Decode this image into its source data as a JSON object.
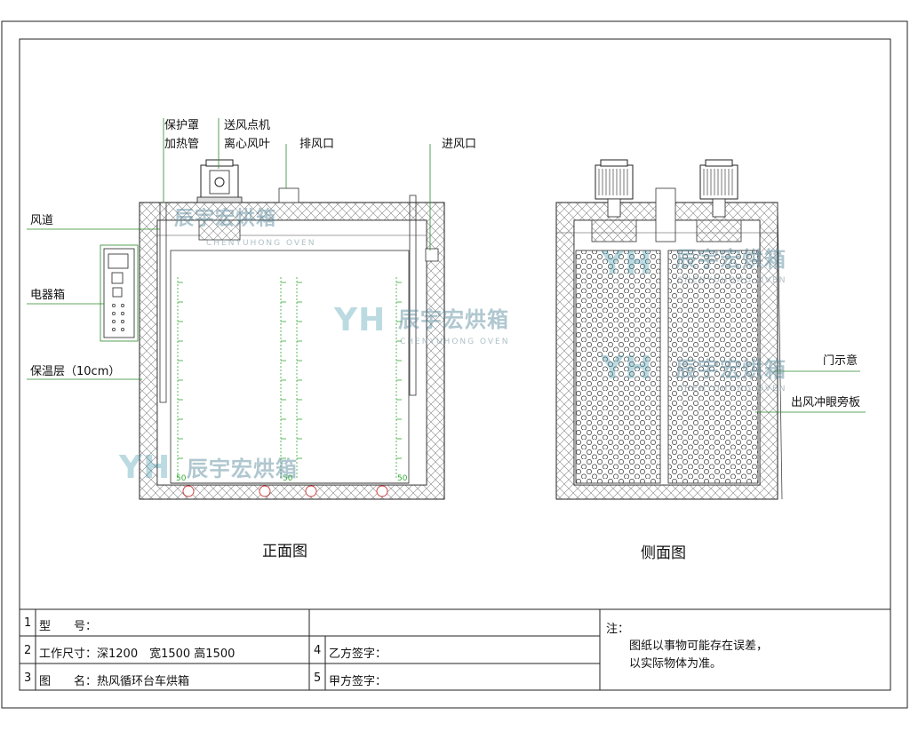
{
  "front": {
    "title": "正面图",
    "labels": {
      "hood": "保护罩",
      "heater": "加热管",
      "motor": "送风点机",
      "fan": "离心风叶",
      "exhaust": "排风口",
      "inlet": "进风口",
      "duct": "风道",
      "panel": "电器箱",
      "insulation": "保温层（10cm）"
    },
    "rack_numbers": [
      "50",
      "50",
      "50"
    ]
  },
  "side": {
    "title": "侧面图",
    "labels": {
      "door": "门示意",
      "plate": "出风冲眼旁板"
    }
  },
  "watermark": {
    "logo": "YH",
    "cn": "辰宇宏烘箱",
    "en": "CHENYUHONG OVEN"
  },
  "table": {
    "rows": [
      {
        "num": "1",
        "text": "型　　号："
      },
      {
        "num": "2",
        "text": "工作尺寸：深1200　宽1500  高1500"
      },
      {
        "num": "3",
        "text": "图　　名：热风循环台车烘箱"
      }
    ],
    "sign_rows": [
      {
        "num": "4",
        "text": "乙方签字："
      },
      {
        "num": "5",
        "text": "甲方签字："
      }
    ],
    "note_title": "注：",
    "note_lines": [
      "图纸以事物可能存在误差，",
      "以实际物体为准。"
    ]
  },
  "colors": {
    "line": "#111111",
    "leader": "#2a8a2a",
    "rack": "#33aa33",
    "watermark": "#5a9aaa"
  }
}
